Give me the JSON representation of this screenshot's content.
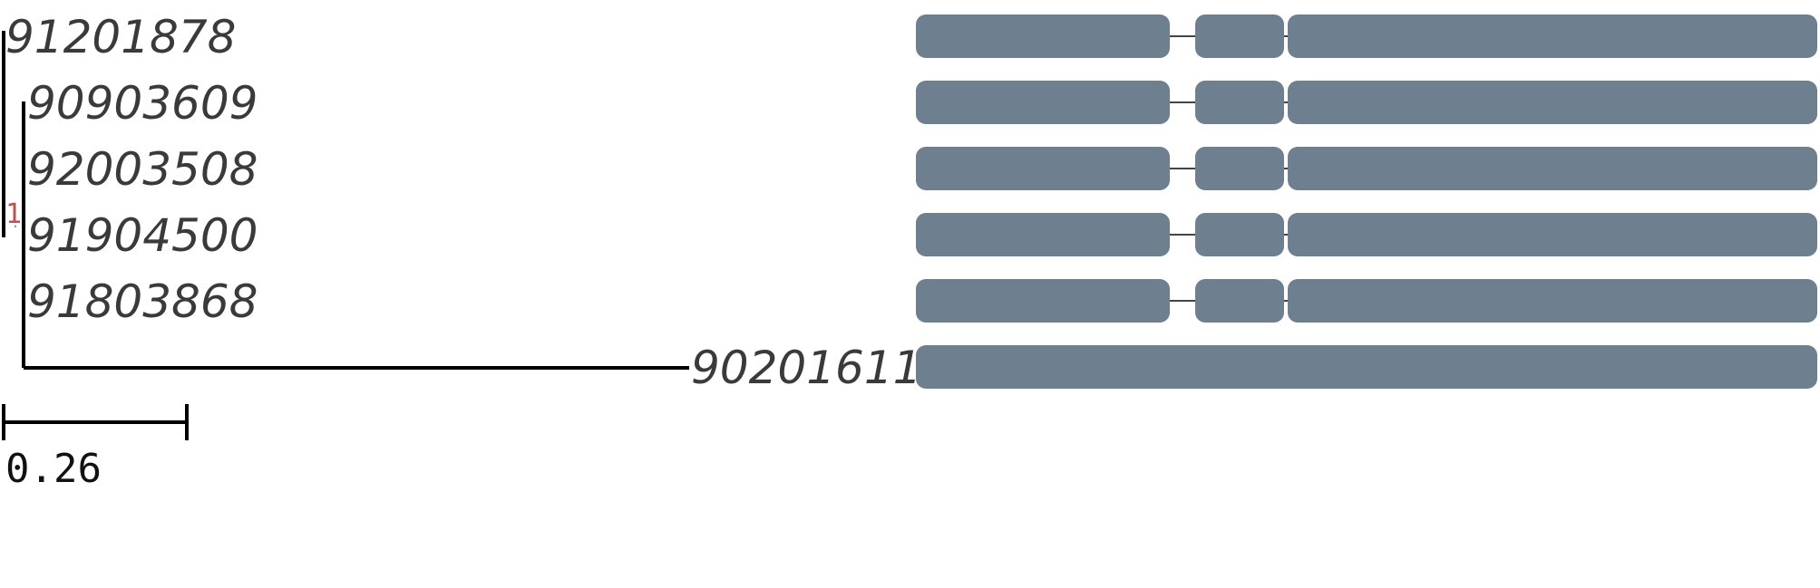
{
  "tree": {
    "leaves": [
      {
        "id": "91201878"
      },
      {
        "id": "90903609"
      },
      {
        "id": "92003508"
      },
      {
        "id": "91904500"
      },
      {
        "id": "91803868"
      },
      {
        "id": "90201611"
      }
    ],
    "support_value": "1",
    "support_color": "#c0504d",
    "branch_color": "#000000",
    "scale_bar": {
      "label": "0.26"
    }
  },
  "domains": {
    "color": "#6e7f8f",
    "connector_color": "#444444"
  }
}
